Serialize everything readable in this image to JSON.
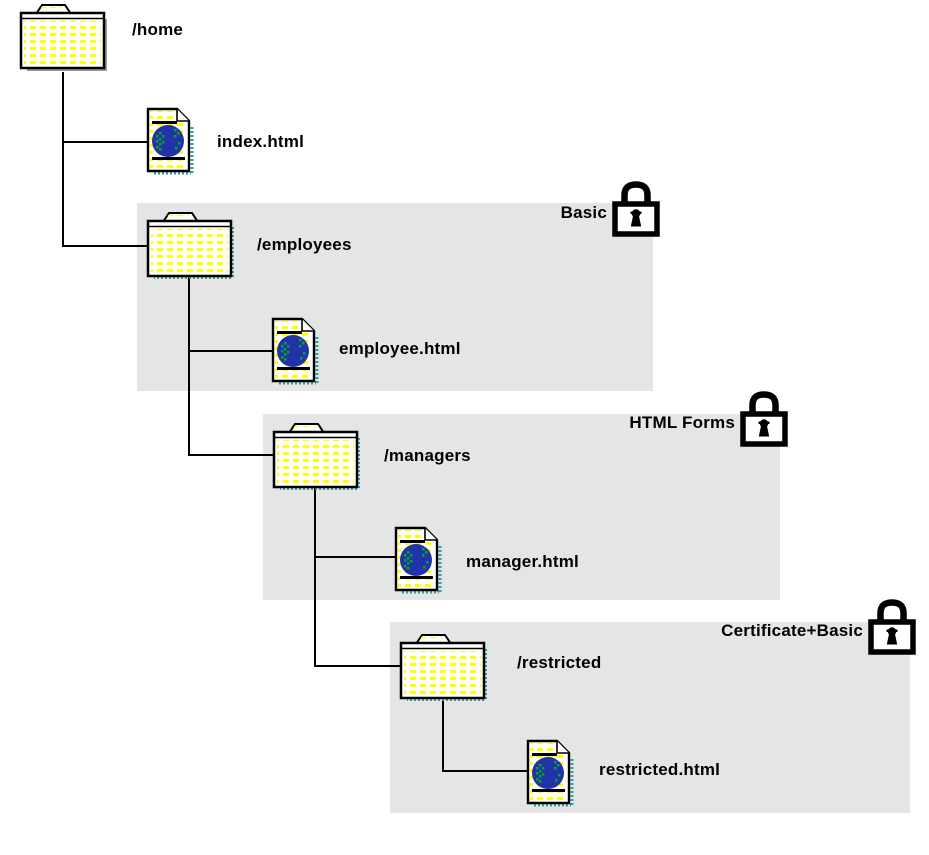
{
  "diagram": {
    "kind": "directory-tree-with-security-zones",
    "nodes": {
      "home": {
        "label": "/home",
        "type": "folder"
      },
      "index_html": {
        "label": "index.html",
        "type": "html-file"
      },
      "employees": {
        "label": "/employees",
        "type": "folder"
      },
      "employee_html": {
        "label": "employee.html",
        "type": "html-file"
      },
      "managers": {
        "label": "/managers",
        "type": "folder"
      },
      "manager_html": {
        "label": "manager.html",
        "type": "html-file"
      },
      "restricted": {
        "label": "/restricted",
        "type": "folder"
      },
      "restricted_html": {
        "label": "restricted.html",
        "type": "html-file"
      }
    },
    "zones": {
      "basic": {
        "label": "Basic",
        "icon": "padlock-icon"
      },
      "html_forms": {
        "label": "HTML Forms",
        "icon": "padlock-icon"
      },
      "certificate_basic": {
        "label": "Certificate+Basic",
        "icon": "padlock-icon"
      }
    },
    "colors": {
      "zone_background": "#e5e5e5",
      "folder_dash_yellow": "#ffff00",
      "globe_blue": "#2233aa",
      "globe_land_green": "#00aa22",
      "icon_shadow_teal": "#2e9e9e",
      "icon_shadow_gray": "#9a9a9a",
      "line_black": "#000000"
    }
  }
}
